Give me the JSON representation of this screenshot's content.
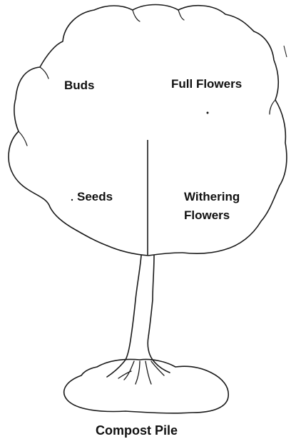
{
  "diagram": {
    "quadrants": {
      "top_left": "Buds",
      "top_right": "Full Flowers",
      "bottom_left": "Seeds",
      "bottom_right_line1": "Withering",
      "bottom_right_line2": "Flowers"
    },
    "base_label": "Compost Pile"
  },
  "colors": {
    "stroke": "#1a1a1a",
    "fill": "#ffffff",
    "text": "#111111"
  }
}
